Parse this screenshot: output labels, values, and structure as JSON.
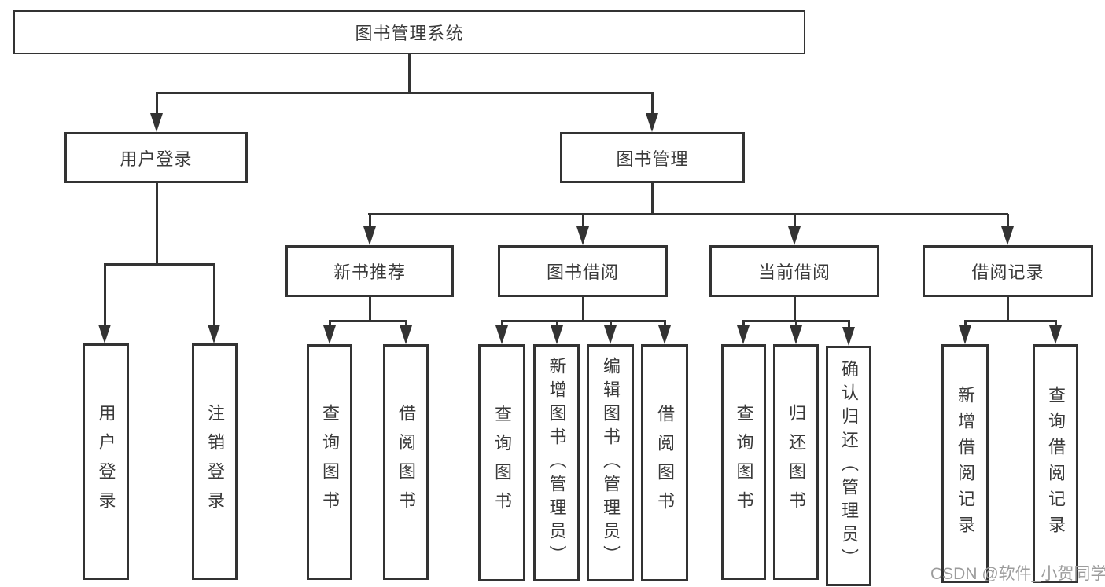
{
  "tree": {
    "root": {
      "label": "图书管理系统"
    },
    "branches": [
      {
        "label": "用户登录",
        "children": [
          {
            "label": "用户登录"
          },
          {
            "label": "注销登录"
          }
        ]
      },
      {
        "label": "图书管理",
        "children": [
          {
            "label": "新书推荐",
            "children": [
              {
                "label": "查询图书"
              },
              {
                "label": "借阅图书"
              }
            ]
          },
          {
            "label": "图书借阅",
            "children": [
              {
                "label": "查询图书"
              },
              {
                "label": "新增图书（管理员）"
              },
              {
                "label": "编辑图书（管理员）"
              },
              {
                "label": "借阅图书"
              }
            ]
          },
          {
            "label": "当前借阅",
            "children": [
              {
                "label": "查询图书"
              },
              {
                "label": "归还图书"
              },
              {
                "label": "确认归还（管理员）"
              }
            ]
          },
          {
            "label": "借阅记录",
            "children": [
              {
                "label": "新增借阅记录"
              },
              {
                "label": "查询借阅记录"
              }
            ]
          }
        ]
      }
    ]
  },
  "watermark": {
    "text": "CSDN @软件_小贺同学"
  },
  "colors": {
    "line": "#333333",
    "text": "#3a3a3a",
    "watermark": "#9c9c9c",
    "background": "#ffffff"
  }
}
